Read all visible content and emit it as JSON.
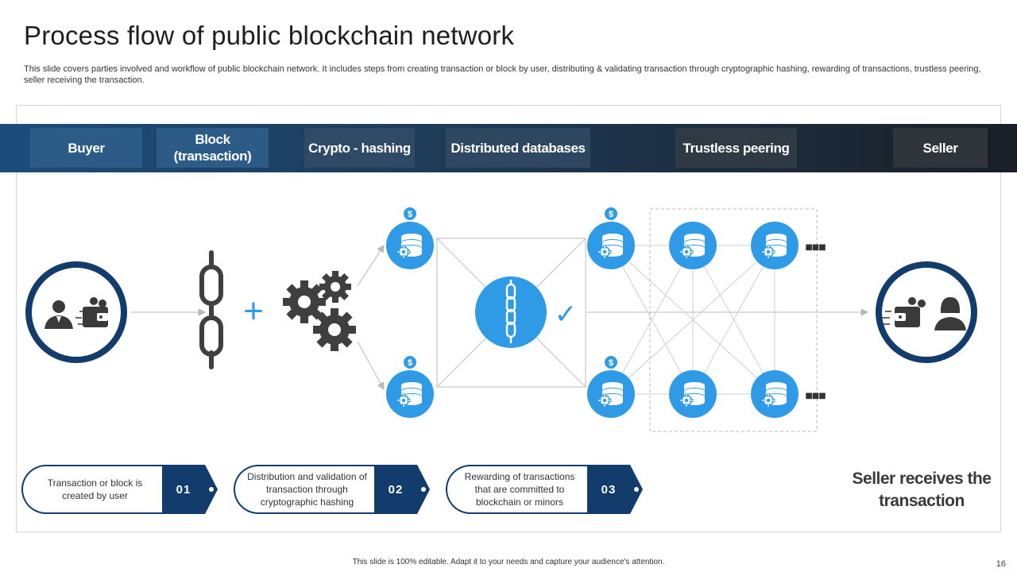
{
  "title": "Process flow of public blockchain network",
  "subtitle": "This slide covers parties involved and workflow of public blockchain network. It includes steps from creating transaction or block by user, distributing & validating transaction through cryptographic hashing, rewarding of transactions, trustless peering, seller receiving the transaction.",
  "stages": {
    "buyer": "Buyer",
    "block": "Block (transaction)",
    "crypto": "Crypto - hashing",
    "distributed": "Distributed databases",
    "trustless": "Trustless peering",
    "seller": "Seller"
  },
  "symbols": {
    "plus": "+",
    "dollar": "$",
    "ellipsis": "■■■",
    "checkmark": "✓"
  },
  "steps": [
    {
      "number": "01",
      "text": "Transaction or block is created by user"
    },
    {
      "number": "02",
      "text": "Distribution and validation of transaction through cryptographic hashing"
    },
    {
      "number": "03",
      "text": "Rewarding of transactions that are committed to blockchain or minors"
    }
  ],
  "final": "Seller receives the transaction",
  "footer": "This slide is 100% editable. Adapt it to your needs and capture your audience's attention.",
  "page_number": "16",
  "colors": {
    "navy": "#123c6b",
    "blue": "#2f9be6",
    "dark_gray": "#404040",
    "line_gray": "#c6c6c6"
  }
}
